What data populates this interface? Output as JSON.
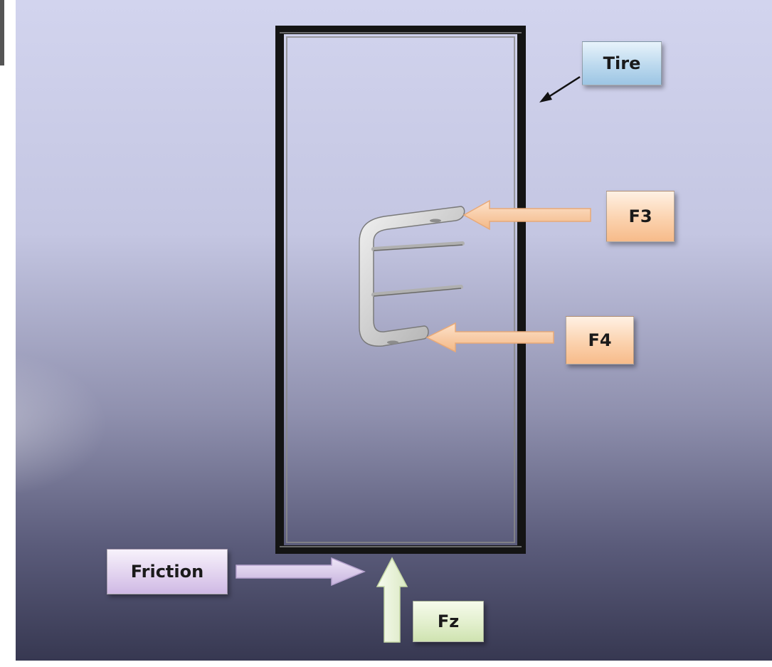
{
  "labels": {
    "tire": "Tire",
    "f3": "F3",
    "f4": "F4",
    "friction": "Friction",
    "fz": "Fz"
  },
  "colors": {
    "background_top": "#c9cce6",
    "background_bottom": "#3a3b58",
    "tire_frame": "#1e1e1e",
    "lateral_force_arrow": "#f7c9a2",
    "friction_arrow": "#ddd0ec",
    "vertical_force_arrow": "#eef5dd",
    "spring_part": "#d7d7d7"
  }
}
